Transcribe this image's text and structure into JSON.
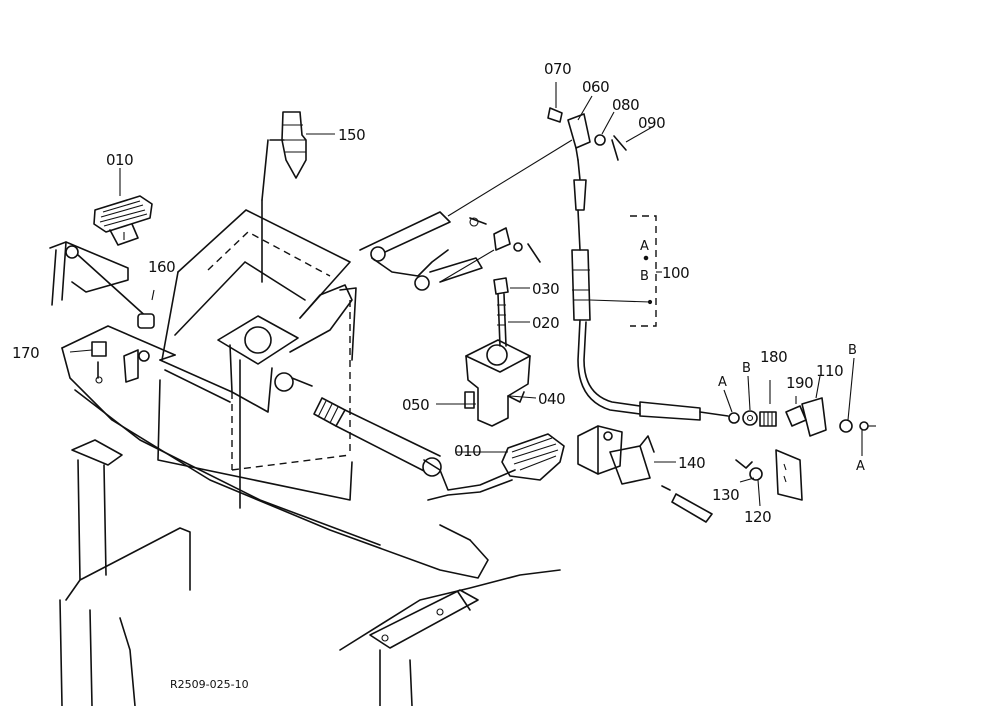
{
  "labels": {
    "p010_top": "010",
    "p010_bottom": "010",
    "p020": "020",
    "p030": "030",
    "p040": "040",
    "p050": "050",
    "p060": "060",
    "p070": "070",
    "p080": "080",
    "p090": "090",
    "p100": "100",
    "p110": "110",
    "p120": "120",
    "p130": "130",
    "p140": "140",
    "p150": "150",
    "p160": "160",
    "p170": "170",
    "p180": "180",
    "p190": "190"
  },
  "markers": {
    "a_bracket": "A",
    "b_bracket": "B",
    "a_left": "A",
    "b_left": "B",
    "b_right": "B",
    "a_right": "A"
  },
  "reference_code": "R2509-025-10"
}
